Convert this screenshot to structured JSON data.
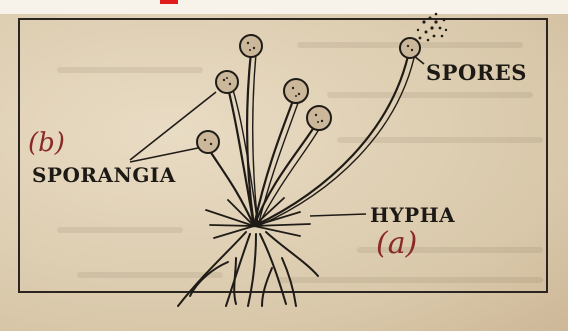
{
  "labels": {
    "spores": "SPORES",
    "sporangia": "SPORANGIA",
    "hypha": "HYPHA"
  },
  "annotations": {
    "b": "(b)",
    "a": "(a)"
  },
  "colors": {
    "ink": "#1d1a16",
    "handwriting": "#8a2a26",
    "paper": "#e6d8bf"
  }
}
